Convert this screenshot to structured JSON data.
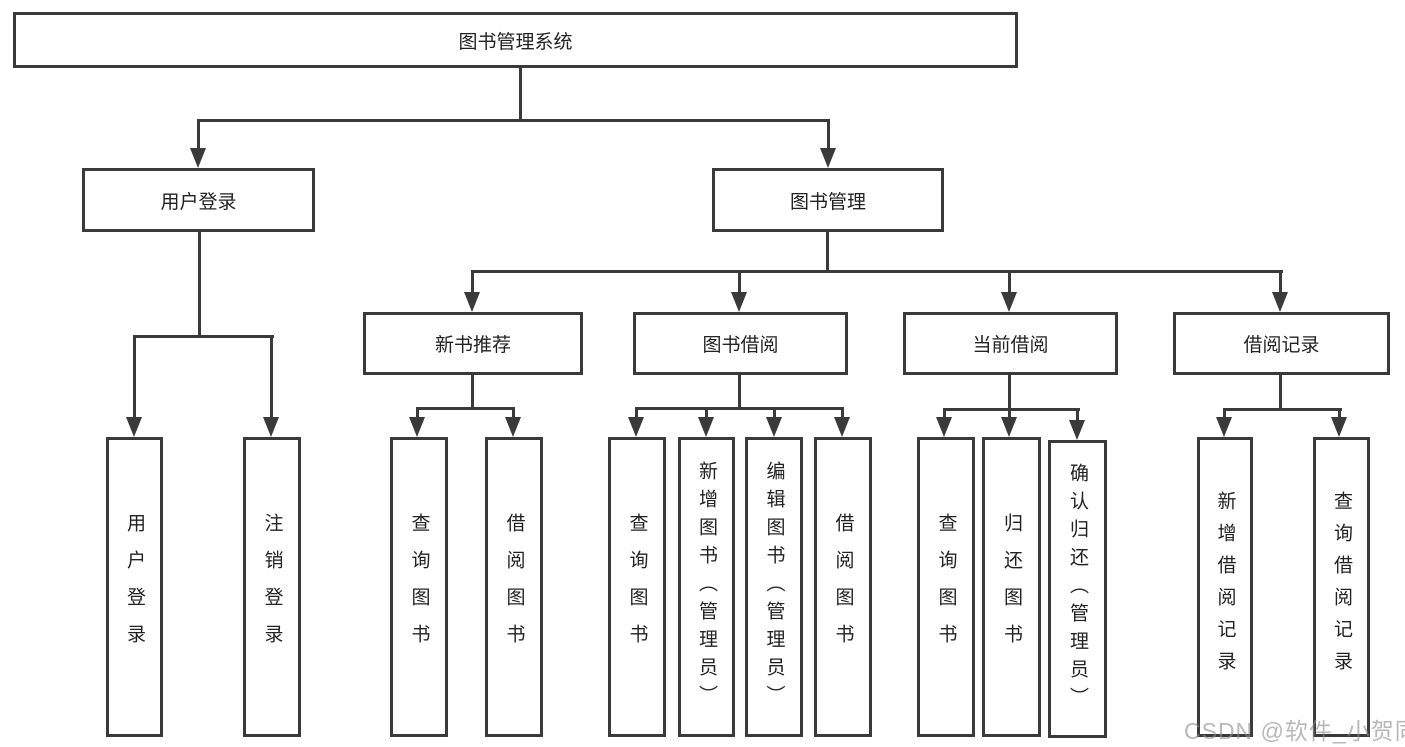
{
  "nodes": {
    "root": "图书管理系统",
    "user_login": "用户登录",
    "book_mgmt": "图书管理",
    "new_book_rec": "新书推荐",
    "book_borrow": "图书借阅",
    "current_borrow": "当前借阅",
    "borrow_record": "借阅记录",
    "ul_login": "用户登录",
    "ul_logout": "注销登录",
    "nb_query": "查询图书",
    "nb_borrow": "借阅图书",
    "bb_query": "查询图书",
    "bb_add": "新增图书（管理员）",
    "bb_edit": "编辑图书（管理员）",
    "bb_borrow": "借阅图书",
    "cb_query": "查询图书",
    "cb_return": "归还图书",
    "cb_confirm": "确认归还（管理员）",
    "br_add": "新增借阅记录",
    "br_query": "查询借阅记录"
  },
  "watermark": "CSDN @软件_小贺同学",
  "colors": {
    "line": "#3a3a3a",
    "text": "#222222",
    "watermark": "#8c8c8c"
  }
}
